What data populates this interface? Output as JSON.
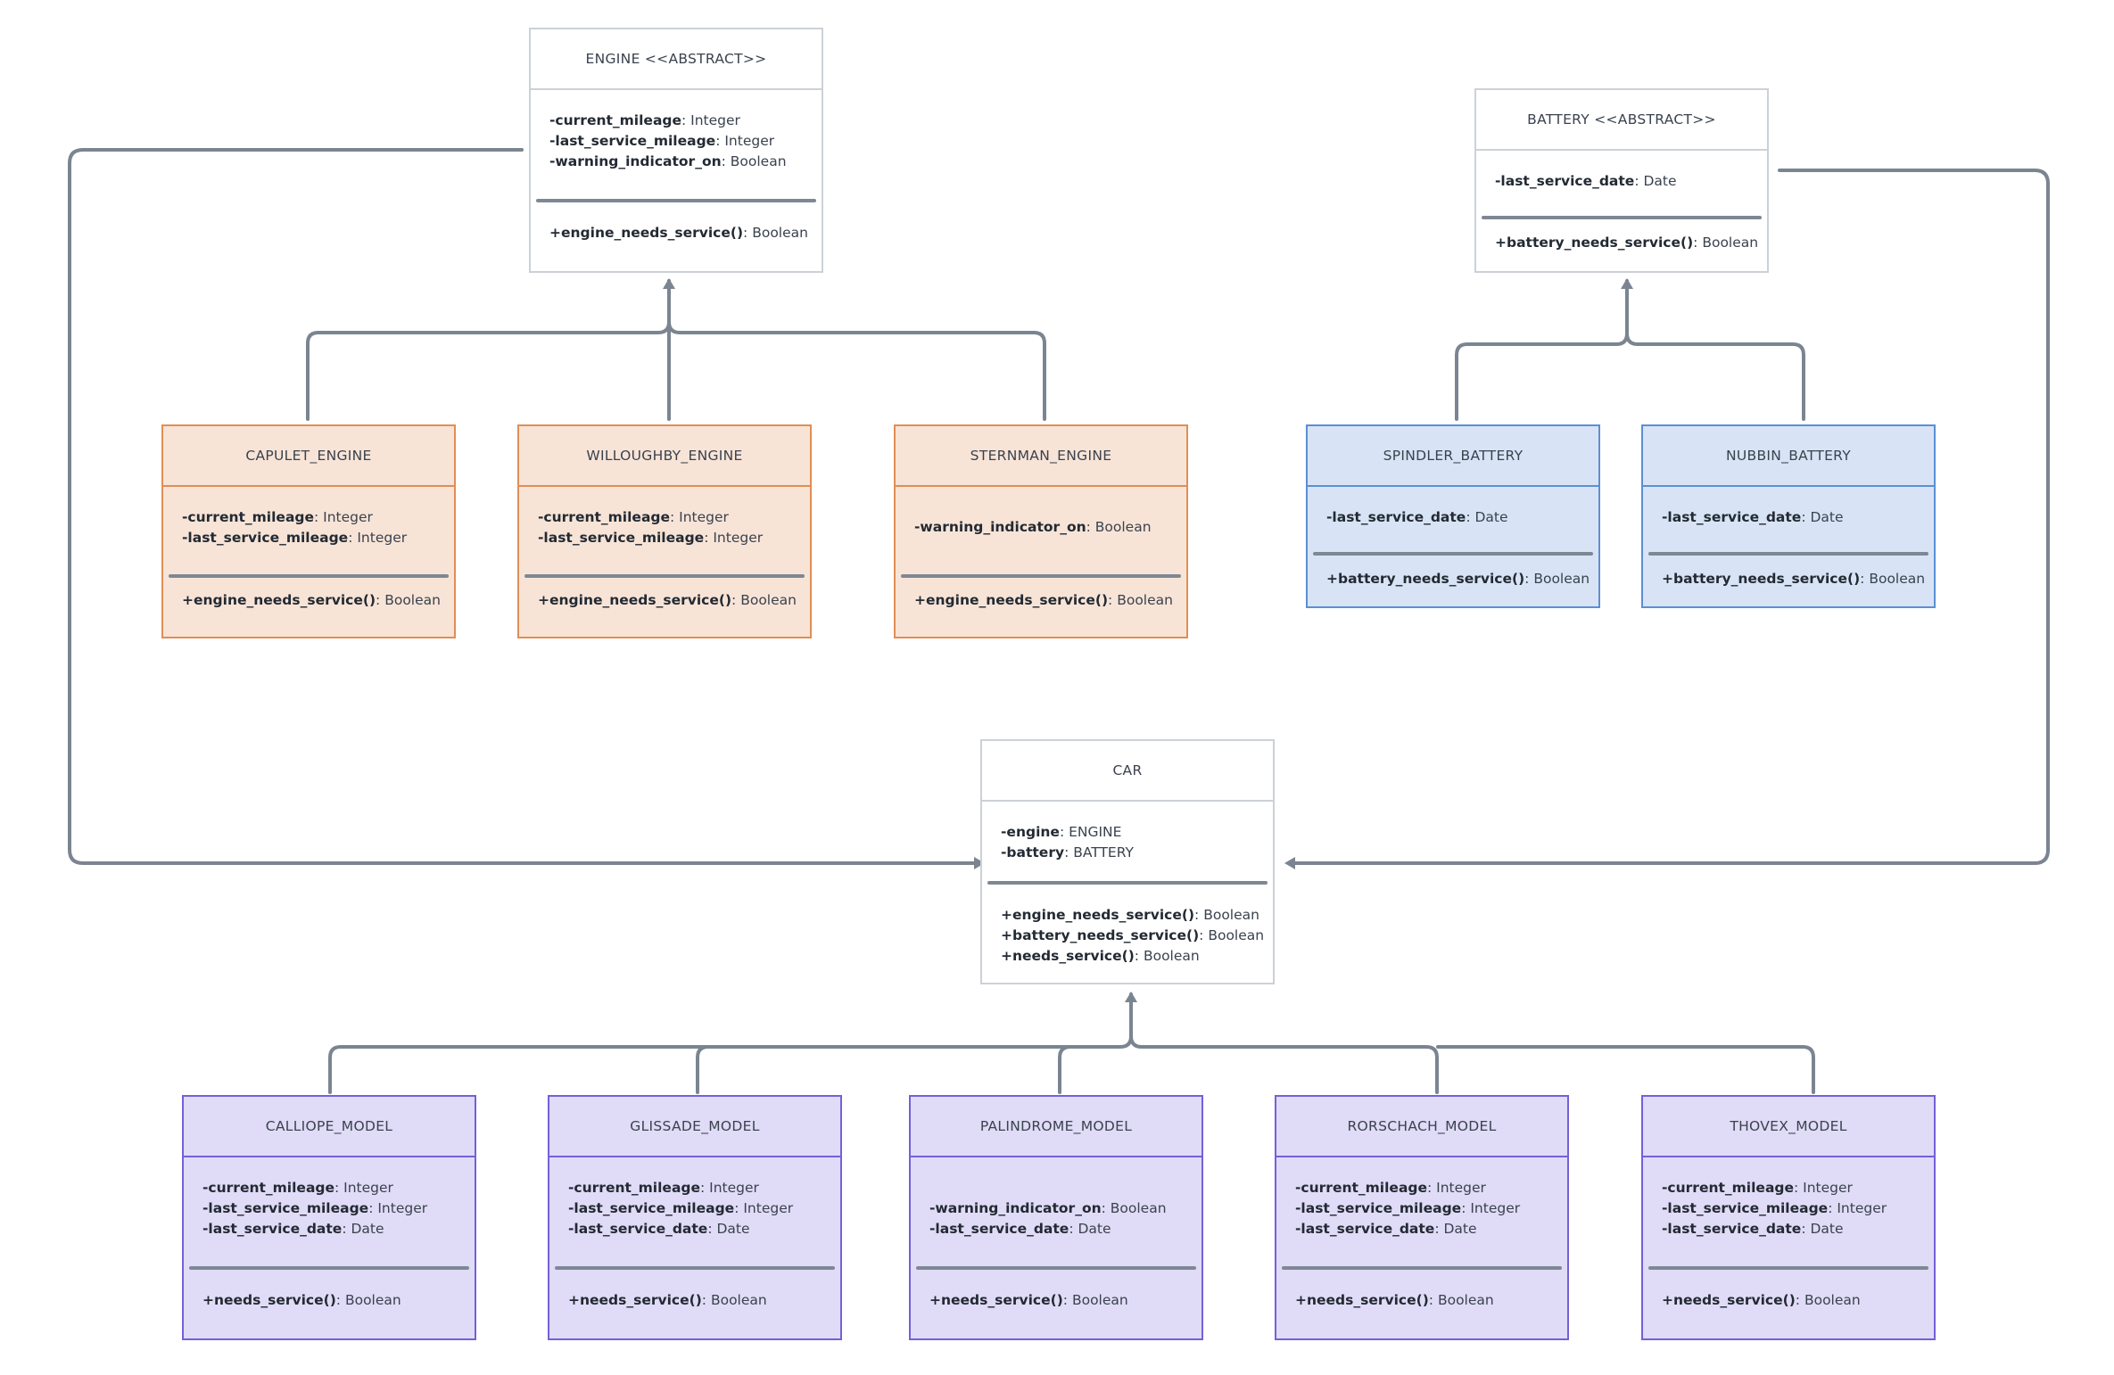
{
  "colors": {
    "connector": "#7b8591",
    "abstract_border": "#ccd1d7",
    "engine_fill": "#f8e4d7",
    "engine_border": "#e08e56",
    "battery_fill": "#d8e4f5",
    "battery_border": "#5b8fd4",
    "model_fill": "#e0dbf7",
    "model_border": "#7460d8"
  },
  "classes": {
    "engine": {
      "title": "ENGINE <<ABSTRACT>>",
      "attrs": [
        {
          "name": "-current_mileage",
          "type": ": Integer"
        },
        {
          "name": "-last_service_mileage",
          "type": ": Integer"
        },
        {
          "name": "-warning_indicator_on",
          "type": ": Boolean"
        }
      ],
      "methods": [
        {
          "name": "+engine_needs_service()",
          "type": ": Boolean"
        }
      ]
    },
    "battery": {
      "title": "BATTERY <<ABSTRACT>>",
      "attrs": [
        {
          "name": "-last_service_date",
          "type": ": Date"
        }
      ],
      "methods": [
        {
          "name": "+battery_needs_service()",
          "type": ": Boolean"
        }
      ]
    },
    "capulet_engine": {
      "title": "CAPULET_ENGINE",
      "attrs": [
        {
          "name": "-current_mileage",
          "type": ": Integer"
        },
        {
          "name": "-last_service_mileage",
          "type": ": Integer"
        }
      ],
      "methods": [
        {
          "name": "+engine_needs_service()",
          "type": ": Boolean"
        }
      ]
    },
    "willoughby_engine": {
      "title": "WILLOUGHBY_ENGINE",
      "attrs": [
        {
          "name": "-current_mileage",
          "type": ": Integer"
        },
        {
          "name": "-last_service_mileage",
          "type": ": Integer"
        }
      ],
      "methods": [
        {
          "name": "+engine_needs_service()",
          "type": ": Boolean"
        }
      ]
    },
    "sternman_engine": {
      "title": "STERNMAN_ENGINE",
      "attrs": [
        {
          "name": "-warning_indicator_on",
          "type": ": Boolean"
        }
      ],
      "methods": [
        {
          "name": "+engine_needs_service()",
          "type": ": Boolean"
        }
      ]
    },
    "spindler_battery": {
      "title": "SPINDLER_BATTERY",
      "attrs": [
        {
          "name": "-last_service_date",
          "type": ": Date"
        }
      ],
      "methods": [
        {
          "name": "+battery_needs_service()",
          "type": ": Boolean"
        }
      ]
    },
    "nubbin_battery": {
      "title": "NUBBIN_BATTERY",
      "attrs": [
        {
          "name": "-last_service_date",
          "type": ": Date"
        }
      ],
      "methods": [
        {
          "name": "+battery_needs_service()",
          "type": ": Boolean"
        }
      ]
    },
    "car": {
      "title": "CAR",
      "attrs": [
        {
          "name": "-engine",
          "type": ": ENGINE"
        },
        {
          "name": "-battery",
          "type": ": BATTERY"
        }
      ],
      "methods": [
        {
          "name": "+engine_needs_service()",
          "type": ": Boolean"
        },
        {
          "name": "+battery_needs_service()",
          "type": ": Boolean"
        },
        {
          "name": "+needs_service()",
          "type": ": Boolean"
        }
      ]
    },
    "calliope_model": {
      "title": "CALLIOPE_MODEL",
      "attrs": [
        {
          "name": "-current_mileage",
          "type": ": Integer"
        },
        {
          "name": "-last_service_mileage",
          "type": ": Integer"
        },
        {
          "name": "-last_service_date",
          "type": ": Date"
        }
      ],
      "methods": [
        {
          "name": "+needs_service()",
          "type": ": Boolean"
        }
      ]
    },
    "glissade_model": {
      "title": "GLISSADE_MODEL",
      "attrs": [
        {
          "name": "-current_mileage",
          "type": ": Integer"
        },
        {
          "name": "-last_service_mileage",
          "type": ": Integer"
        },
        {
          "name": "-last_service_date",
          "type": ": Date"
        }
      ],
      "methods": [
        {
          "name": "+needs_service()",
          "type": ": Boolean"
        }
      ]
    },
    "palindrome_model": {
      "title": "PALINDROME_MODEL",
      "attrs": [
        {
          "name": "-warning_indicator_on",
          "type": ": Boolean"
        },
        {
          "name": "-last_service_date",
          "type": ": Date"
        }
      ],
      "methods": [
        {
          "name": "+needs_service()",
          "type": ": Boolean"
        }
      ]
    },
    "rorschach_model": {
      "title": "RORSCHACH_MODEL",
      "attrs": [
        {
          "name": "-current_mileage",
          "type": ": Integer"
        },
        {
          "name": "-last_service_mileage",
          "type": ": Integer"
        },
        {
          "name": "-last_service_date",
          "type": ": Date"
        }
      ],
      "methods": [
        {
          "name": "+needs_service()",
          "type": ": Boolean"
        }
      ]
    },
    "thovex_model": {
      "title": "THOVEX_MODEL",
      "attrs": [
        {
          "name": "-current_mileage",
          "type": ": Integer"
        },
        {
          "name": "-last_service_mileage",
          "type": ": Integer"
        },
        {
          "name": "-last_service_date",
          "type": ": Date"
        }
      ],
      "methods": [
        {
          "name": "+needs_service()",
          "type": ": Boolean"
        }
      ]
    }
  }
}
